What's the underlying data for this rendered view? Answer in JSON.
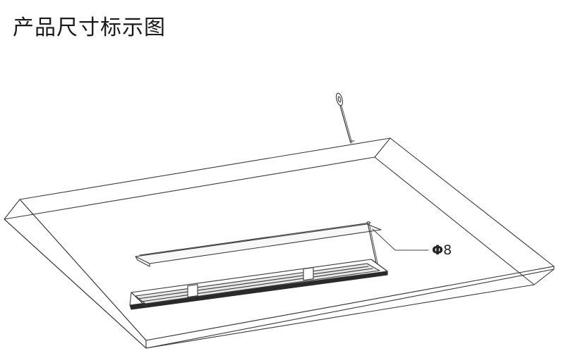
{
  "title": "产品尺寸标示图",
  "annotation": {
    "diameter_symbol": "Φ",
    "diameter_value": "8"
  },
  "colors": {
    "line": "#3a3a3a",
    "text": "#1a1a1a"
  }
}
